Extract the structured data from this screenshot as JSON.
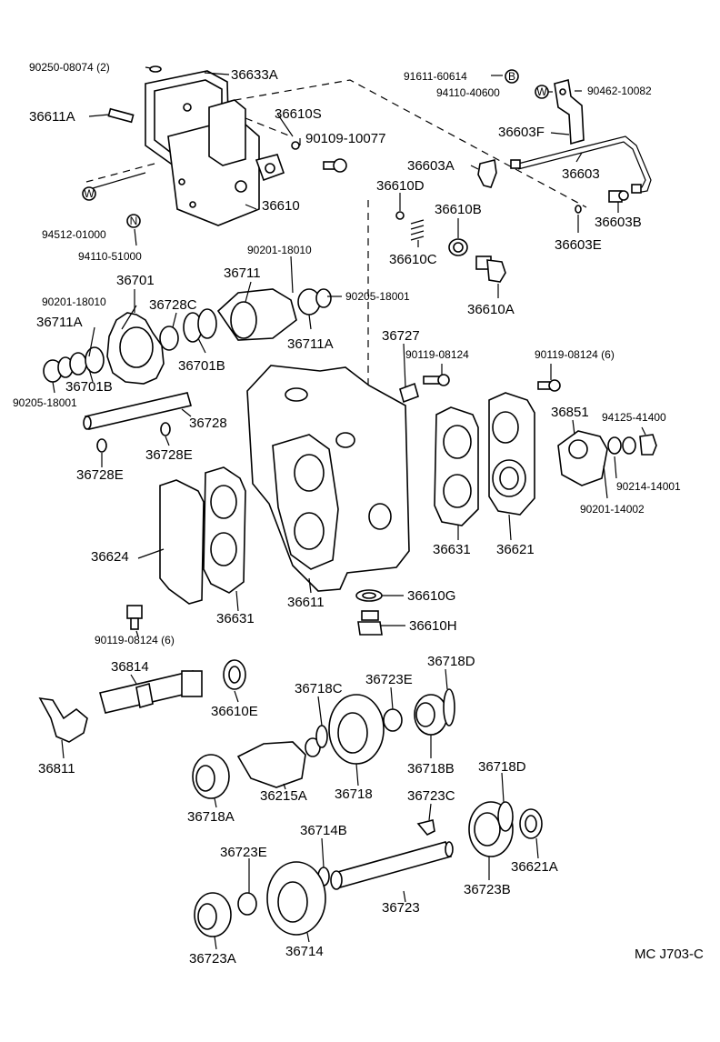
{
  "parts": [
    {
      "id": "p1",
      "text": "90250-08074 (2)"
    },
    {
      "id": "p2",
      "text": "36633A"
    },
    {
      "id": "p3",
      "text": "36611A"
    },
    {
      "id": "p4",
      "text": "36610S"
    },
    {
      "id": "p5",
      "text": "90109-10077"
    },
    {
      "id": "p6",
      "text": "36610"
    },
    {
      "id": "p7",
      "text": "94512-01000"
    },
    {
      "id": "p8",
      "text": "94110-51000"
    },
    {
      "id": "p9",
      "text": "91611-60614"
    },
    {
      "id": "p10",
      "text": "94110-40600"
    },
    {
      "id": "p11",
      "text": "90462-10082"
    },
    {
      "id": "p12",
      "text": "36603F"
    },
    {
      "id": "p13",
      "text": "36603A"
    },
    {
      "id": "p14",
      "text": "36603"
    },
    {
      "id": "p15",
      "text": "36603B"
    },
    {
      "id": "p16",
      "text": "36603E"
    },
    {
      "id": "p17",
      "text": "36610D"
    },
    {
      "id": "p18",
      "text": "36610B"
    },
    {
      "id": "p19",
      "text": "36610C"
    },
    {
      "id": "p20",
      "text": "36610A"
    },
    {
      "id": "p21",
      "text": "90201-18010"
    },
    {
      "id": "p22",
      "text": "36711"
    },
    {
      "id": "p23",
      "text": "90205-18001"
    },
    {
      "id": "p24",
      "text": "36711A"
    },
    {
      "id": "p25",
      "text": "36701"
    },
    {
      "id": "p26",
      "text": "90201-18010"
    },
    {
      "id": "p27",
      "text": "36728C"
    },
    {
      "id": "p28",
      "text": "36711A"
    },
    {
      "id": "p29",
      "text": "36701B"
    },
    {
      "id": "p30",
      "text": "36701B"
    },
    {
      "id": "p31",
      "text": "90205-18001"
    },
    {
      "id": "p32",
      "text": "36728"
    },
    {
      "id": "p33",
      "text": "36728E"
    },
    {
      "id": "p34",
      "text": "36728E"
    },
    {
      "id": "p35",
      "text": "36727"
    },
    {
      "id": "p36",
      "text": "90119-08124"
    },
    {
      "id": "p37",
      "text": "90119-08124 (6)"
    },
    {
      "id": "p38",
      "text": "36851"
    },
    {
      "id": "p39",
      "text": "94125-41400"
    },
    {
      "id": "p40",
      "text": "90214-14001"
    },
    {
      "id": "p41",
      "text": "90201-14002"
    },
    {
      "id": "p42",
      "text": "36624"
    },
    {
      "id": "p43",
      "text": "36631"
    },
    {
      "id": "p44",
      "text": "36611"
    },
    {
      "id": "p45",
      "text": "36631"
    },
    {
      "id": "p46",
      "text": "36621"
    },
    {
      "id": "p47",
      "text": "36610G"
    },
    {
      "id": "p48",
      "text": "36610H"
    },
    {
      "id": "p49",
      "text": "90119-08124 (6)"
    },
    {
      "id": "p50",
      "text": "36814"
    },
    {
      "id": "p51",
      "text": "36610E"
    },
    {
      "id": "p52",
      "text": "36718C"
    },
    {
      "id": "p53",
      "text": "36723E"
    },
    {
      "id": "p54",
      "text": "36718D"
    },
    {
      "id": "p55",
      "text": "36811"
    },
    {
      "id": "p56",
      "text": "36718B"
    },
    {
      "id": "p57",
      "text": "36215A"
    },
    {
      "id": "p58",
      "text": "36718"
    },
    {
      "id": "p59",
      "text": "36718A"
    },
    {
      "id": "p60",
      "text": "36723C"
    },
    {
      "id": "p61",
      "text": "36718D"
    },
    {
      "id": "p62",
      "text": "36714B"
    },
    {
      "id": "p63",
      "text": "36723E"
    },
    {
      "id": "p64",
      "text": "36621A"
    },
    {
      "id": "p65",
      "text": "36723"
    },
    {
      "id": "p66",
      "text": "36723B"
    },
    {
      "id": "p67",
      "text": "36723A"
    },
    {
      "id": "p68",
      "text": "36714"
    }
  ],
  "markers": {
    "m_b": "B",
    "m_w1": "W",
    "m_w2": "W",
    "m_n": "N"
  },
  "footer": {
    "code": "MC J703-C"
  }
}
